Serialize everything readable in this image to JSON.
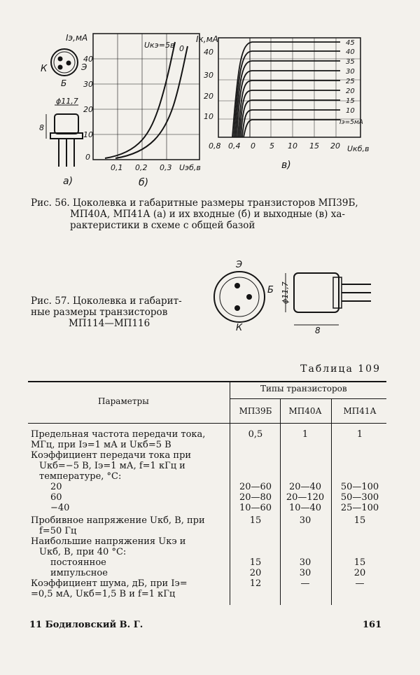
{
  "figure56": {
    "caption_lines": [
      "Рис. 56. Цоколевка и габаритные размеры транзисторов МП39Б,",
      "МП40А, МП41А (а) и их входные (б) и выходные (в) ха-",
      "рактеристики в схеме с общей базой"
    ],
    "panel_a": {
      "label": "а)",
      "pin_e": "Э",
      "pin_k": "К",
      "pin_b": "Б",
      "diameter": "ϕ11,7",
      "height": "8"
    },
    "panel_b": {
      "label": "б)",
      "y_axis_label": "Iэ,мА",
      "x_axis_label": "Uэб,в",
      "y_ticks": [
        "0",
        "10",
        "20",
        "30",
        "40"
      ],
      "x_ticks": [
        "0,1",
        "0,2",
        "0,3"
      ],
      "curve_labels": [
        "Uкэ=5в",
        "0"
      ]
    },
    "panel_c": {
      "label": "в)",
      "y_axis_label": "Iк,мА",
      "x_axis_label": "Uкб,в",
      "y_ticks": [
        "10",
        "20",
        "30",
        "40"
      ],
      "x_ticks": [
        "0,8",
        "0,4",
        "0",
        "5",
        "10",
        "15",
        "20"
      ],
      "curve_labels": [
        "45",
        "40",
        "35",
        "30",
        "25",
        "20",
        "15",
        "10",
        "Iэ=5мА"
      ]
    }
  },
  "figure57": {
    "caption_lines": [
      "Рис. 57. Цоколевка и габарит-",
      "ные размеры транзисторов",
      "МП114—МП116"
    ],
    "pin_e": "Э",
    "pin_b": "Б",
    "pin_k": "К",
    "diameter": "ϕ11,7",
    "length": "8"
  },
  "table": {
    "title": "Таблица 109",
    "param_header": "Параметры",
    "types_header": "Типы транзисторов",
    "columns": [
      "МП39Б",
      "МП40А",
      "МП41А"
    ],
    "rows": [
      {
        "lines": [
          "Предельная частота передачи тока,",
          "МГц, при Iэ=1 мА и Uкб=5 В"
        ],
        "values": [
          "0,5",
          "1",
          "1"
        ]
      },
      {
        "lines": [
          "Коэффициент передачи тока при",
          "Uкб=−5 В, Iэ=1 мА, f=1 кГц и",
          "температуре, °С:"
        ],
        "values": [
          "",
          "",
          ""
        ]
      },
      {
        "lines": [
          "20"
        ],
        "values": [
          "20—60",
          "20—40",
          "50—100"
        ]
      },
      {
        "lines": [
          "60"
        ],
        "values": [
          "20—80",
          "20—120",
          "50—300"
        ]
      },
      {
        "lines": [
          "−40"
        ],
        "values": [
          "10—60",
          "10—40",
          "25—100"
        ]
      },
      {
        "lines": [
          "Пробивное напряжение Uкб, В, при",
          "f=50 Гц"
        ],
        "values": [
          "15",
          "30",
          "15"
        ]
      },
      {
        "lines": [
          "Наибольшие напряжения Uкэ и",
          "Uкб, В, при 40 °С:"
        ],
        "values": [
          "",
          "",
          ""
        ]
      },
      {
        "lines": [
          "постоянное"
        ],
        "values": [
          "15",
          "30",
          "15"
        ]
      },
      {
        "lines": [
          "импульсное"
        ],
        "values": [
          "20",
          "30",
          "20"
        ]
      },
      {
        "lines": [
          "Коэффициент шума, дБ, при Iэ=",
          "=0,5 мА, Uкб=1,5 В и f=1 кГц"
        ],
        "values": [
          "12",
          "—",
          "—"
        ]
      }
    ]
  },
  "footer": {
    "signature": "11 Бодиловский В. Г.",
    "page_number": "161"
  }
}
